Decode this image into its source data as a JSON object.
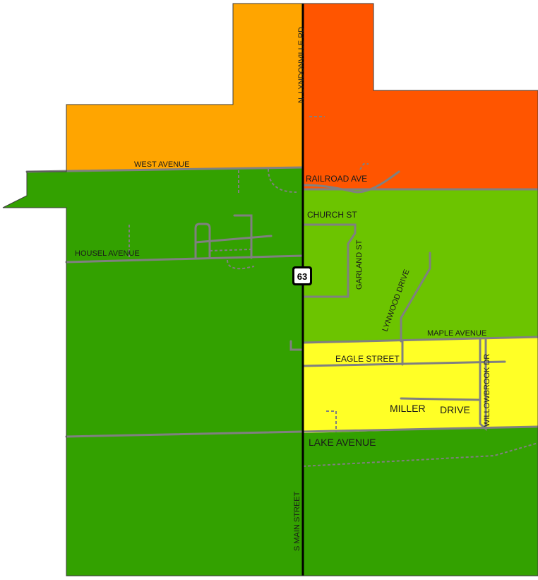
{
  "colors": {
    "orange": "#FFA500",
    "red_orange": "#FF5500",
    "dark_green": "#33A100",
    "light_green": "#6CC400",
    "yellow": "#FFFF26",
    "street": "#808080",
    "highway": "#000000"
  },
  "zones": [
    {
      "name": "zone-northwest",
      "color": "orange"
    },
    {
      "name": "zone-northeast",
      "color": "red_orange"
    },
    {
      "name": "zone-central-east",
      "color": "light_green"
    },
    {
      "name": "zone-east-middle",
      "color": "yellow"
    },
    {
      "name": "zone-west-south",
      "color": "dark_green"
    }
  ],
  "streets": {
    "n_lyndonville_rd": "N. LYNDONVILLE RD",
    "west_avenue": "WEST AVENUE",
    "railroad_ave": "RAILROAD AVE",
    "church_st": "CHURCH ST",
    "housel_avenue": "HOUSEL AVENUE",
    "garland_st": "GARLAND ST",
    "lynwood_drive": "LYNWOOD DRIVE",
    "maple_avenue": "MAPLE AVENUE",
    "eagle_street": "EAGLE STREET",
    "willowbrook_dr": "WILLOWBROOK DR",
    "miller_drive": "MILLER",
    "miller_drive_suffix": "DRIVE",
    "lake_avenue": "LAKE AVENUE",
    "s_main_street": "S MAIN STREET"
  },
  "route_shield": "63"
}
